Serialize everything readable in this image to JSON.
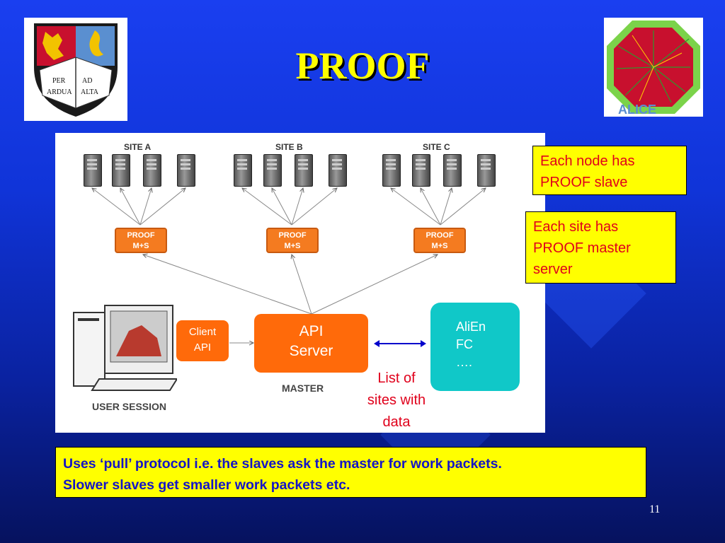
{
  "slide": {
    "title": "PROOF",
    "page_number": "11"
  },
  "diagram": {
    "sites": [
      "SITE A",
      "SITE B",
      "SITE C"
    ],
    "proof_box_label": "PROOF\nM+S",
    "client_api": "Client\nAPI",
    "api_server": "API\nServer",
    "alien": "AliEn\nFC\n….",
    "list_of_sites": "List of\nsites with\ndata",
    "master_label": "MASTER",
    "user_session_label": "USER SESSION"
  },
  "notes": {
    "node": "Each node has\nPROOF slave",
    "site": "Each site has\nPROOF master\nserver"
  },
  "bottom": {
    "line1": "Uses ‘pull’ protocol i.e. the slaves ask the master for work packets.",
    "line2": "Slower slaves get smaller work packets etc."
  },
  "logos": {
    "left_motto_1": "PER",
    "left_motto_2": "AD",
    "left_motto_3": "ARDUA",
    "left_motto_4": "ALTA",
    "right_text": "ALICE"
  },
  "colors": {
    "title": "#ffff00",
    "proof_box": "#f47b20",
    "api_box": "#ff6a0a",
    "alien_box": "#10c8c8",
    "note_text": "#e0001b",
    "bottom_text": "#1414c8"
  }
}
